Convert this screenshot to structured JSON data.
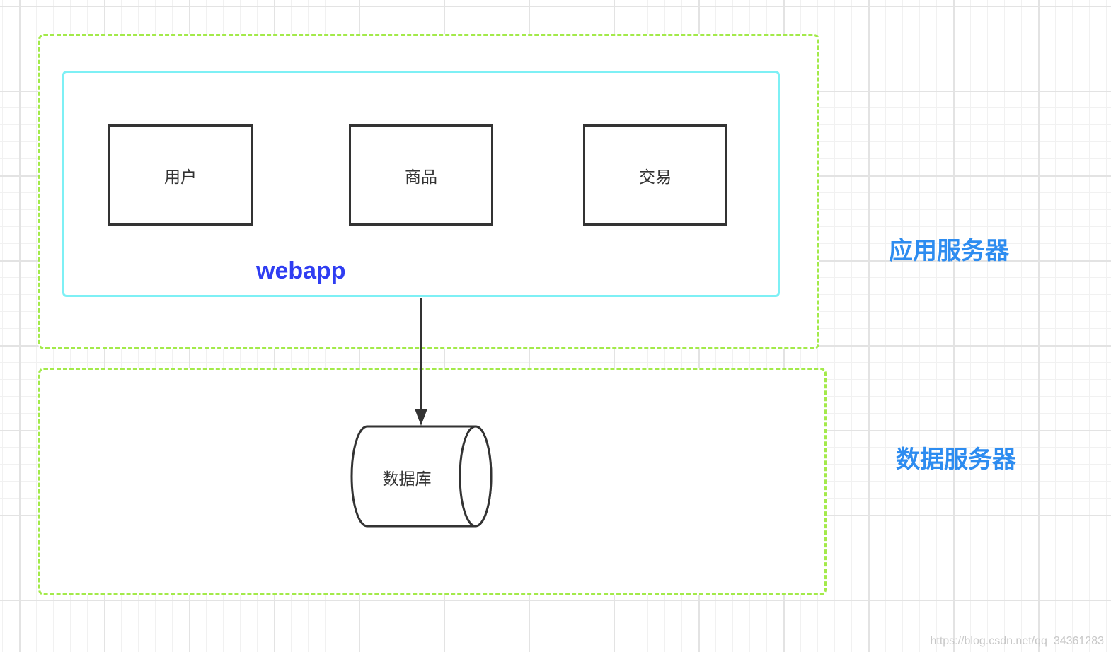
{
  "groups": {
    "app_server": {
      "label": "应用服务器",
      "border_color": "#a3ea4a"
    },
    "data_server": {
      "label": "数据服务器",
      "border_color": "#a3ea4a"
    }
  },
  "webapp": {
    "label": "webapp",
    "label_color": "#2f3df2",
    "border_color": "#7ef0f5",
    "modules": [
      "用户",
      "商品",
      "交易"
    ]
  },
  "database": {
    "label": "数据库",
    "icon": "database-cylinder-icon"
  },
  "connector": {
    "from": "webapp",
    "to": "数据库",
    "icon": "arrow-down-icon"
  },
  "label_color": "#2d8cf0",
  "watermark": "https://blog.csdn.net/qq_34361283"
}
